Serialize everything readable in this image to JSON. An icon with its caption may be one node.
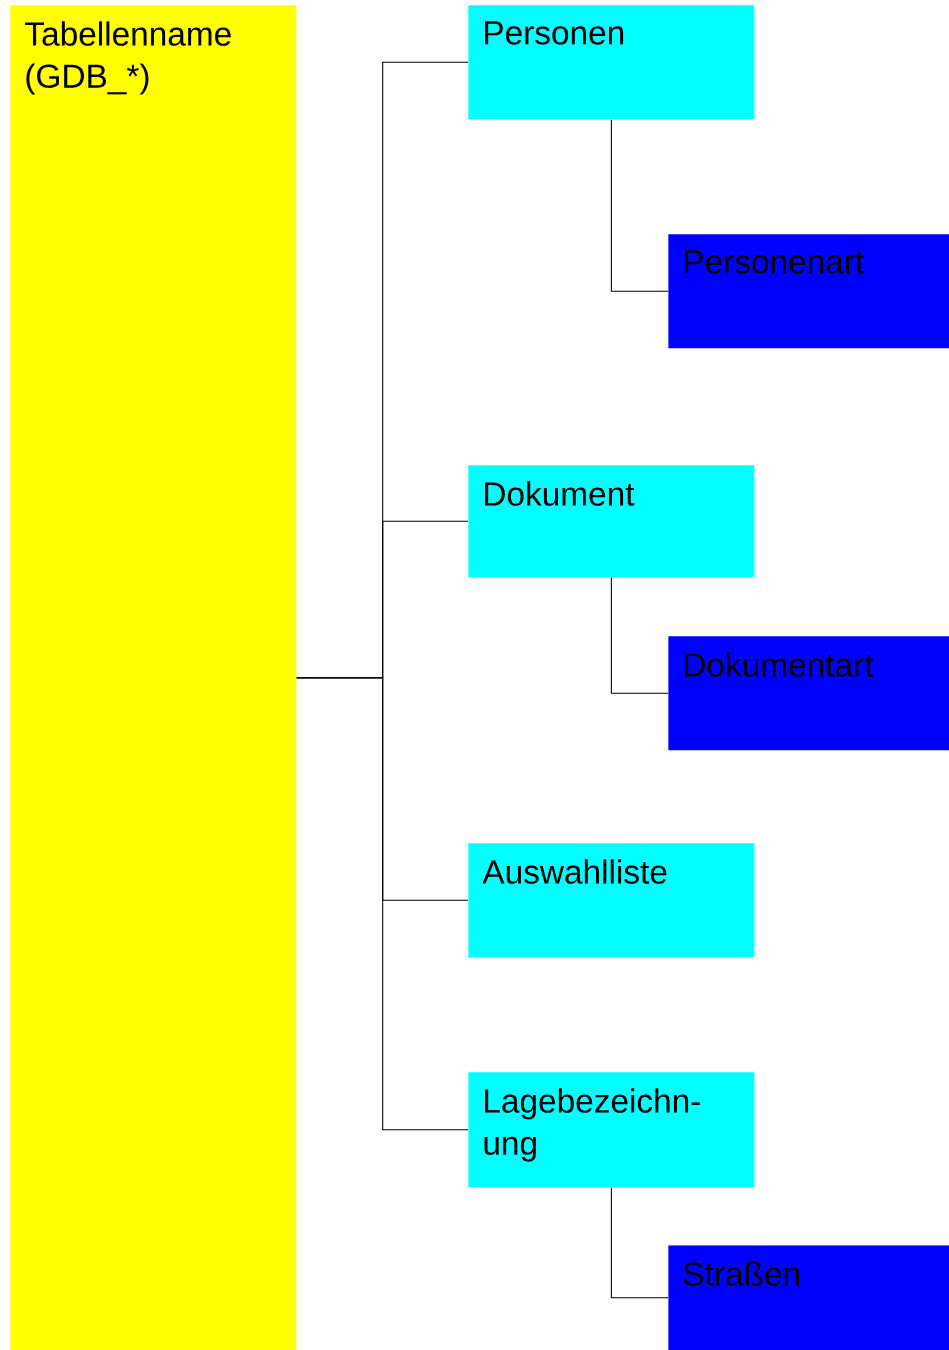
{
  "diagram": {
    "nodes": [
      {
        "text": [
          "Tabellenname (GDB_*)"
        ]
      },
      {
        "text": [
          "Personen"
        ]
      },
      {
        "text": [
          "Personenart"
        ]
      },
      {
        "text": [
          "Dokument"
        ]
      },
      {
        "text": [
          "Dokumentart"
        ]
      },
      {
        "text": [
          "Auswahlliste"
        ]
      },
      {
        "text": [
          "Lagebezeichn- ung"
        ]
      },
      {
        "text": [
          "Straßen"
        ]
      }
    ],
    "edges": [
      {
        "from": 0,
        "to": 1,
        "arrow": "none"
      },
      {
        "from": 0,
        "to": 3,
        "arrow": "none"
      },
      {
        "from": 0,
        "to": 5,
        "arrow": "none"
      },
      {
        "from": 0,
        "to": 6,
        "arrow": "none"
      },
      {
        "from": 1,
        "to": 2,
        "arrow": "none"
      },
      {
        "from": 3,
        "to": 4,
        "arrow": "none"
      },
      {
        "from": 6,
        "to": 7,
        "arrow": "none"
      }
    ]
  }
}
